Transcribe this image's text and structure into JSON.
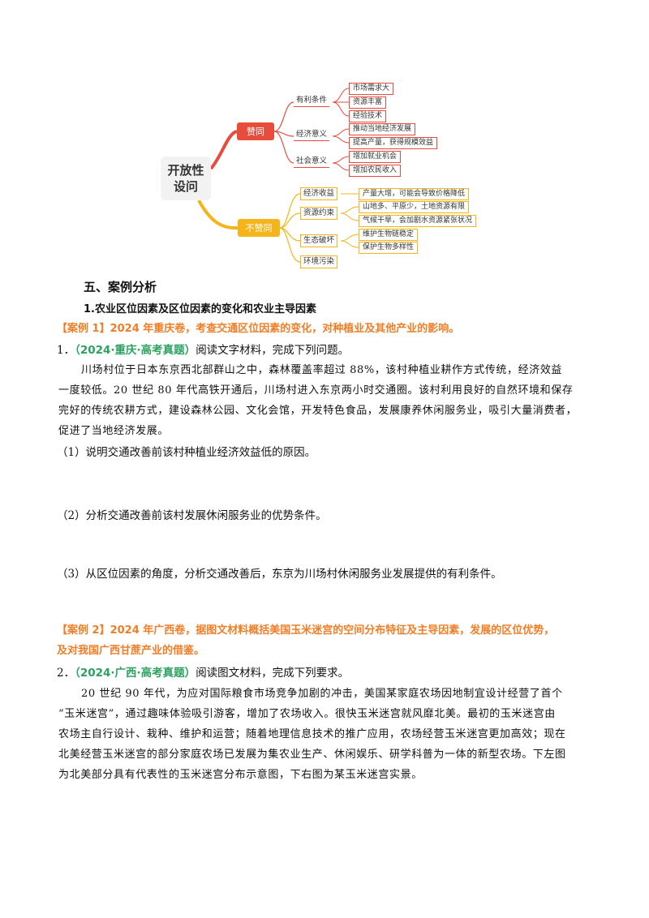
{
  "mindmap": {
    "root_line1": "开放性",
    "root_line2": "设问",
    "agree": {
      "label": "赞同",
      "subs": [
        {
          "label": "有利条件",
          "leaves": [
            "市场需求大",
            "资源丰富",
            "经验技术"
          ]
        },
        {
          "label": "经济意义",
          "leaves": [
            "推动当地经济发展",
            "提高产量，获得规模效益"
          ]
        },
        {
          "label": "社会意义",
          "leaves": [
            "增加就业机会",
            "增加农民收入"
          ]
        }
      ]
    },
    "disagree": {
      "label": "不赞同",
      "subs": [
        {
          "label": "经济收益",
          "leaves": [
            "产量大增，可能会导致价格降低"
          ]
        },
        {
          "label": "资源约束",
          "leaves": [
            "山地多、平原少，土地资源有限",
            "气候干旱，会加剧水资源紧张状况"
          ]
        },
        {
          "label": "生态破坏",
          "leaves": [
            "维护生物链稳定",
            "保护生物多样性"
          ]
        },
        {
          "label": "环境污染",
          "leaves": []
        }
      ]
    },
    "colors": {
      "red": "#e84c3d",
      "yellow": "#f4b41a"
    }
  },
  "section_title": "五、案例分析",
  "subsection_title": "1.农业区位因素及区位因素的变化和农业主导因素",
  "case1": {
    "title": "【案例 1】2024 年重庆卷，考查交通区位因素的变化，对种植业及其他产业的影响。",
    "question_num": "1．",
    "source": "（2024·重庆·高考真题）",
    "instruction": "阅读文字材料，完成下列问题。",
    "paragraph_lines": [
      "川场村位于日本东京西北部群山之中，森林覆盖率超过 88%，该村种植业耕作方式传统，经济效益",
      "一度较低。20 世纪 80 年代高铁开通后，川场村进入东京两小时交通圈。该村利用良好的自然环境和保存",
      "完好的传统农耕方式，建设森林公园、文化会馆，开发特色食品，发展康养休闲服务业，吸引大量消费者，",
      "促进了当地经济发展。"
    ],
    "q1": "（1）说明交通改善前该村种植业经济效益低的原因。",
    "q2": "（2）分析交通改善前该村发展休闲服务业的优势条件。",
    "q3": "（3）从区位因素的角度，分析交通改善后，东京为川场村休闲服务业发展提供的有利条件。"
  },
  "case2": {
    "title_line1": "【案例 2】2024 年广西卷，据图文材料概括美国玉米迷宫的空间分布特征及主导因素，发展的区位优势，",
    "title_line2": "及对我国广西甘蔗产业的借鉴。",
    "question_num": "2．",
    "source": "（2024·广西·高考真题）",
    "instruction": "阅读图文材料，完成下列要求。",
    "paragraph_lines": [
      "20 世纪 90 年代，为应对国际粮食市场竞争加剧的冲击，美国某家庭农场因地制宜设计经营了首个",
      "“玉米迷宫”，通过趣味体验吸引游客，增加了农场收入。很快玉米迷宫就风靡北美。最初的玉米迷宫由",
      "农场主自行设计、栽种、维护和运营；随着地理信息技术的推广应用，农场经营玉米迷宫更加高效；现在",
      "北美经营玉米迷宫的部分家庭农场已发展为集农业生产、休闲娱乐、研学科普为一体的新型农场。下左图",
      "为北美部分具有代表性的玉米迷宫分布示意图，下右图为某玉米迷宫实景。"
    ]
  }
}
